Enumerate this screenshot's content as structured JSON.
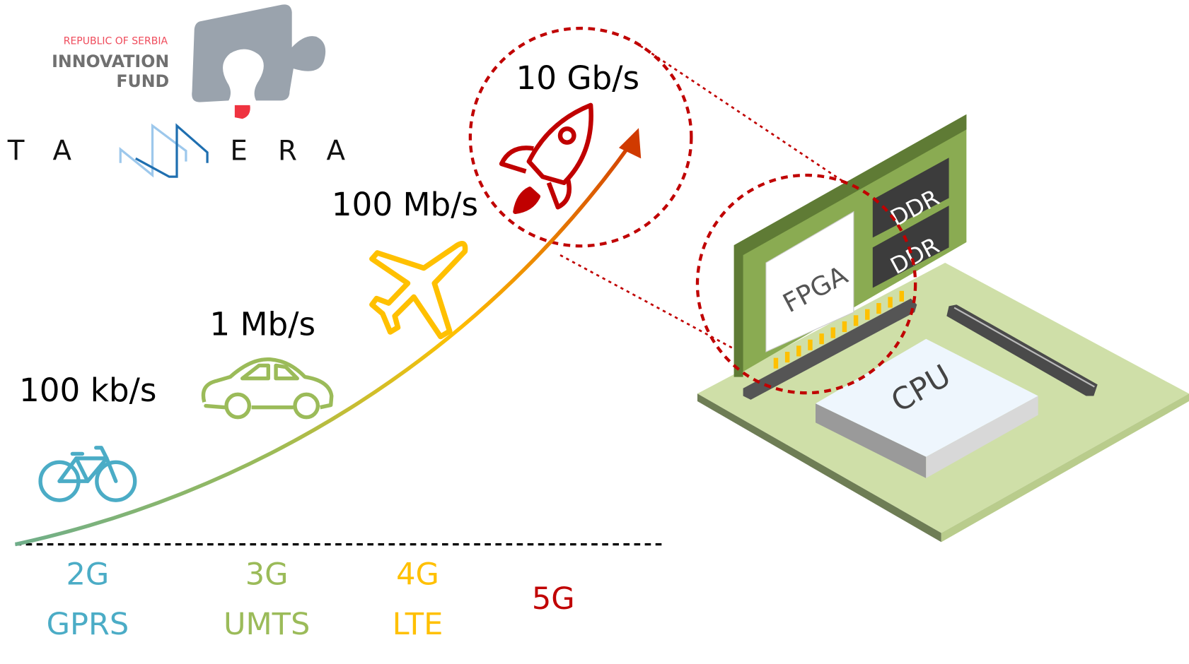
{
  "logos": {
    "innovation_fund": {
      "line1": "REPUBLIC OF SERBIA",
      "line2": "INNOVATION",
      "line3": "FUND"
    },
    "tannera": {
      "left": "TA",
      "right": "ERA"
    }
  },
  "speeds": [
    {
      "label": "100 kb/s",
      "icon": "bicycle-icon"
    },
    {
      "label": "1 Mb/s",
      "icon": "car-icon"
    },
    {
      "label": "100 Mb/s",
      "icon": "airplane-icon"
    },
    {
      "label": "10 Gb/s",
      "icon": "rocket-icon"
    }
  ],
  "generations": [
    {
      "gen": "2G",
      "tech": "GPRS",
      "color": "#4bacc6"
    },
    {
      "gen": "3G",
      "tech": "UMTS",
      "color": "#9bbb59"
    },
    {
      "gen": "4G",
      "tech": "LTE",
      "color": "#ffc000"
    },
    {
      "gen": "5G",
      "tech": "",
      "color": "#c00000"
    }
  ],
  "board": {
    "fpga": "FPGA",
    "ddr1": "DDR",
    "ddr2": "DDR",
    "cpu": "CPU"
  },
  "colors": {
    "accent_red": "#c00000",
    "board_green": "#8aab52",
    "board_light": "#cfdfa8"
  }
}
